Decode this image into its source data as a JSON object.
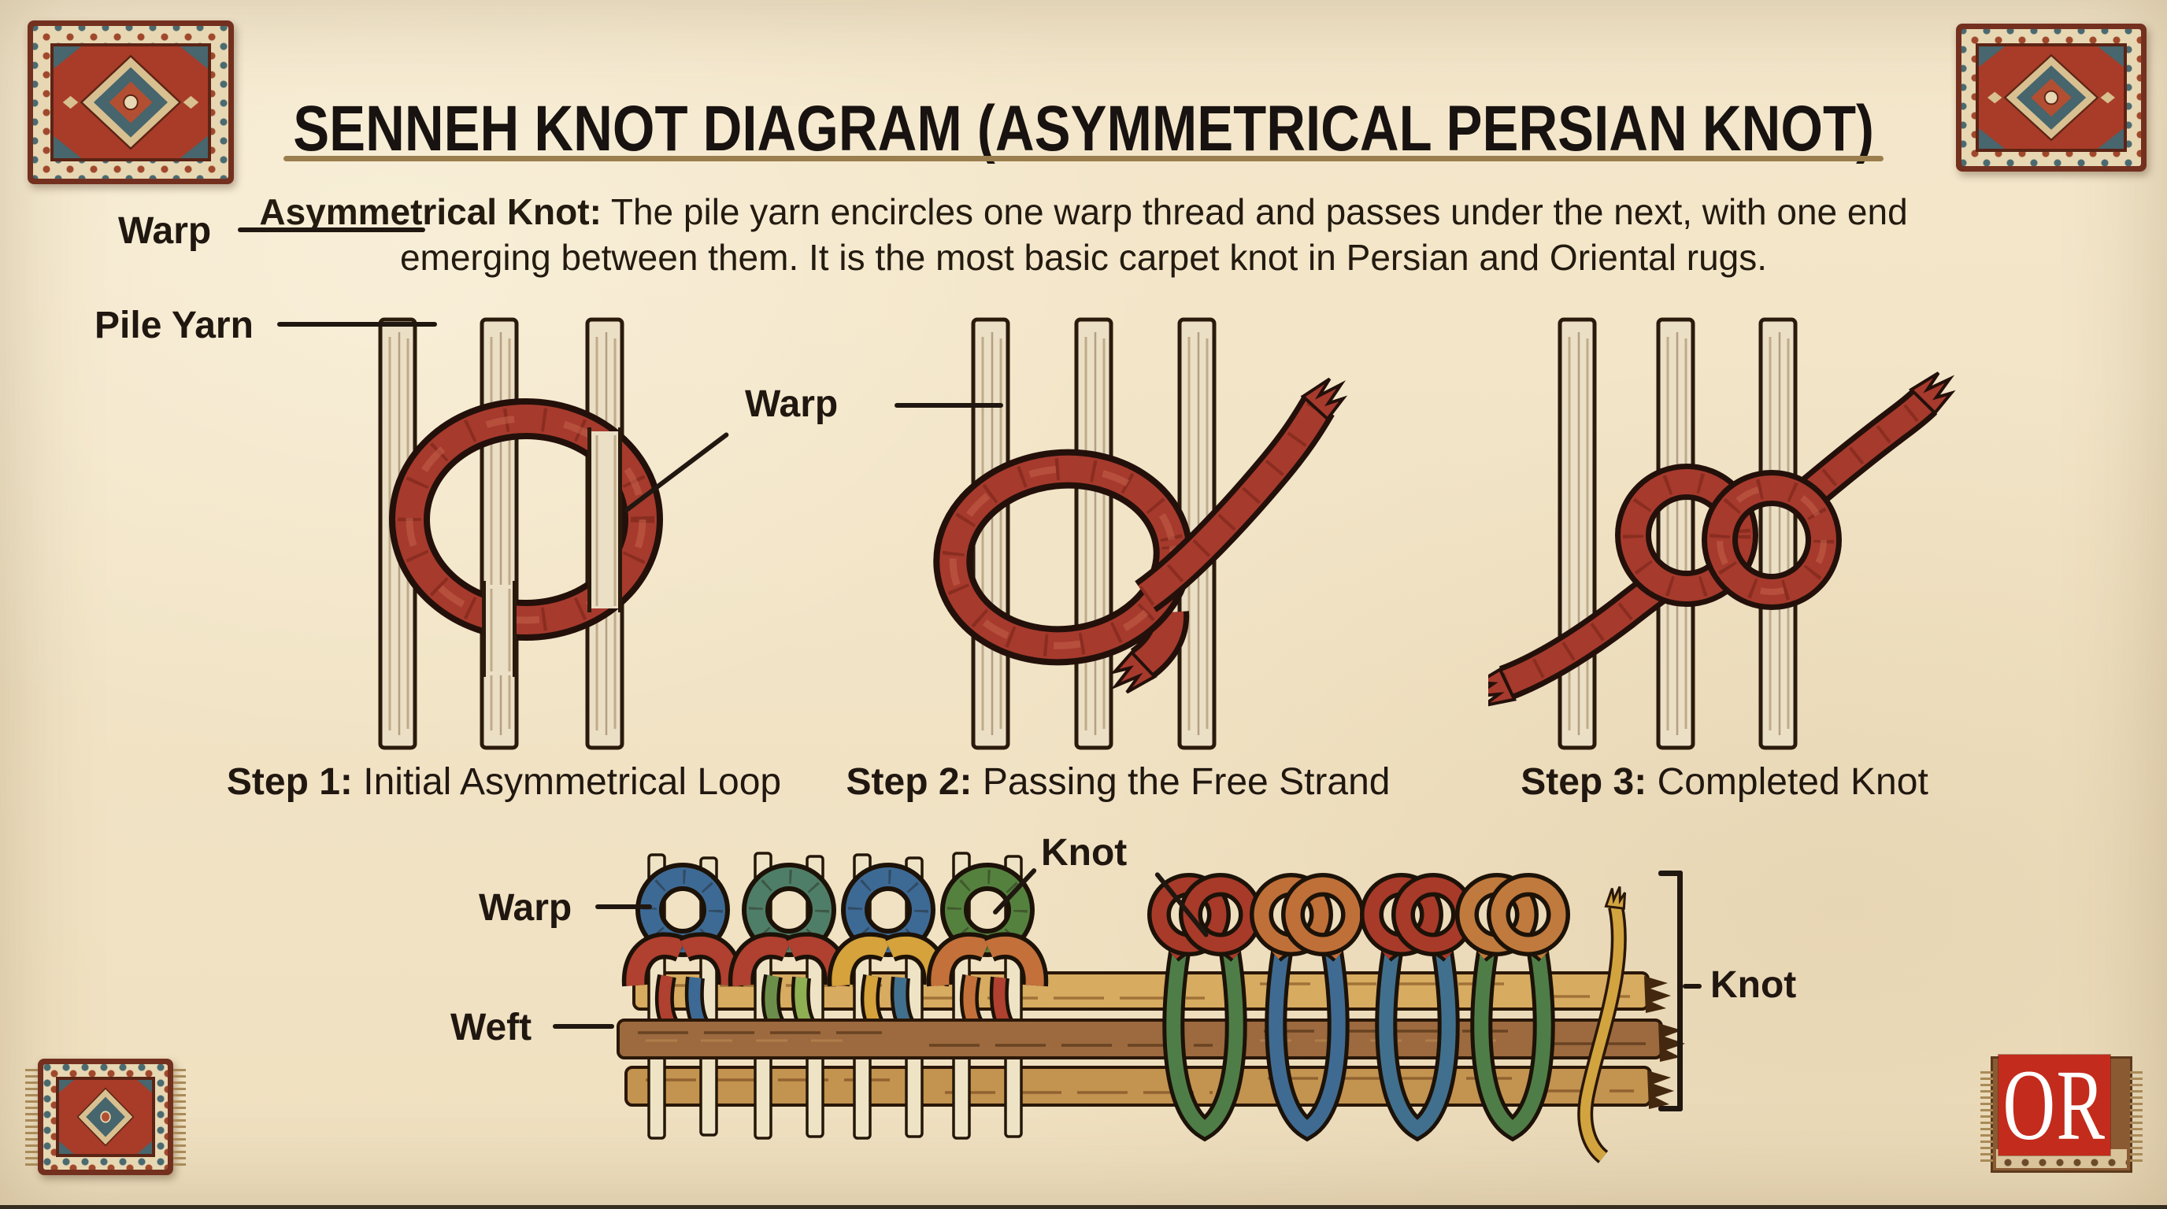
{
  "header": {
    "title": "SENNEH KNOT DIAGRAM (ASYMMETRICAL PERSIAN KNOT)"
  },
  "description": {
    "lead": "Asymmetrical Knot:",
    "line1_rest": " The pile yarn encircles one warp thread and passes under the next, with one end",
    "line2": "emerging between them. It is the most basic carpet knot in Persian and Oriental rugs."
  },
  "steps": [
    {
      "label_bold": "Step 1:",
      "label_rest": " Initial Asymmetrical Loop"
    },
    {
      "label_bold": "Step 2:",
      "label_rest": " Passing the Free Strand"
    },
    {
      "label_bold": "Step 3:",
      "label_rest": " Completed Knot"
    }
  ],
  "diagram_labels": {
    "warp_step1": "Warp",
    "pile_yarn": "Pile Yarn",
    "warp_step2": "Warp",
    "warp_bottom": "Warp",
    "weft": "Weft",
    "knot_top": "Knot",
    "knot_bracket": "Knot"
  },
  "logo": {
    "text": "OR"
  },
  "colors": {
    "parchment": "#f2e5c8",
    "ink": "#201710",
    "title_rule": "#9a7e4d",
    "yarn_red": "#a63a2d",
    "warp_cream": "#ebdfc6",
    "weft_light": "#d7ab60",
    "weft_dark": "#9c6a3e",
    "weft_mid": "#c39350",
    "knot_blue": "#3d6a95",
    "knot_green": "#55813f",
    "knot_teal": "#4f7e68",
    "knot_gold": "#d5a23b",
    "knot_orange": "#c4703a",
    "logo_red": "#c32b1c",
    "rug_red": "#a83c28",
    "rug_border": "#74301f",
    "rug_blue": "#4a6a70"
  }
}
